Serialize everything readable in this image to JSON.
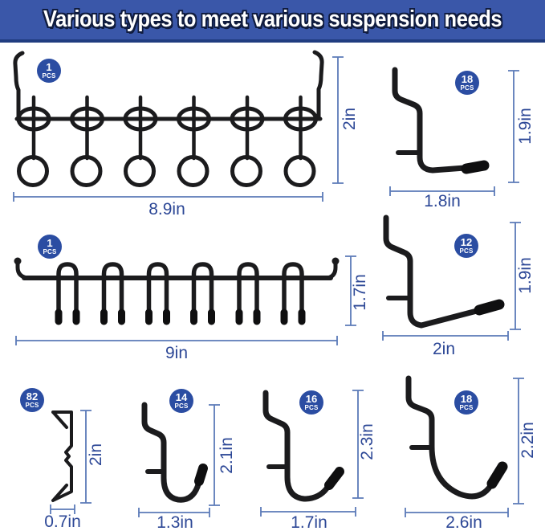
{
  "banner": {
    "text": "Various types to meet various suspension needs"
  },
  "colors": {
    "banner_bg": "#3a57a9",
    "banner_border": "#203c80",
    "badge_bg": "#2b4da2",
    "dimension_text": "#2c4796",
    "dimension_line": "#5b7ab8",
    "hook": "#1b1b1d"
  },
  "items": [
    {
      "name": "tool-ring-rack",
      "pieces": "1",
      "unit": "PCS",
      "width": "8.9in",
      "height": "2in"
    },
    {
      "name": "curved-peg-hook-top",
      "pieces": "18",
      "unit": "PCS",
      "width": "1.8in",
      "height": "1.9in"
    },
    {
      "name": "u-hook-rack",
      "pieces": "1",
      "unit": "PCS",
      "width": "9in",
      "height": "1.7in"
    },
    {
      "name": "curved-peg-hook-angled",
      "pieces": "12",
      "unit": "PCS",
      "width": "2in",
      "height": "1.9in"
    },
    {
      "name": "pegboard-lock-clip",
      "pieces": "82",
      "unit": "PCS",
      "width": "0.7in",
      "height": "2in"
    },
    {
      "name": "j-hook-small",
      "pieces": "14",
      "unit": "PCS",
      "width": "1.3in",
      "height": "2.1in"
    },
    {
      "name": "j-hook-medium",
      "pieces": "16",
      "unit": "PCS",
      "width": "1.7in",
      "height": "2.3in"
    },
    {
      "name": "j-hook-large",
      "pieces": "18",
      "unit": "PCS",
      "width": "2.6in",
      "height": "2.2in"
    }
  ]
}
